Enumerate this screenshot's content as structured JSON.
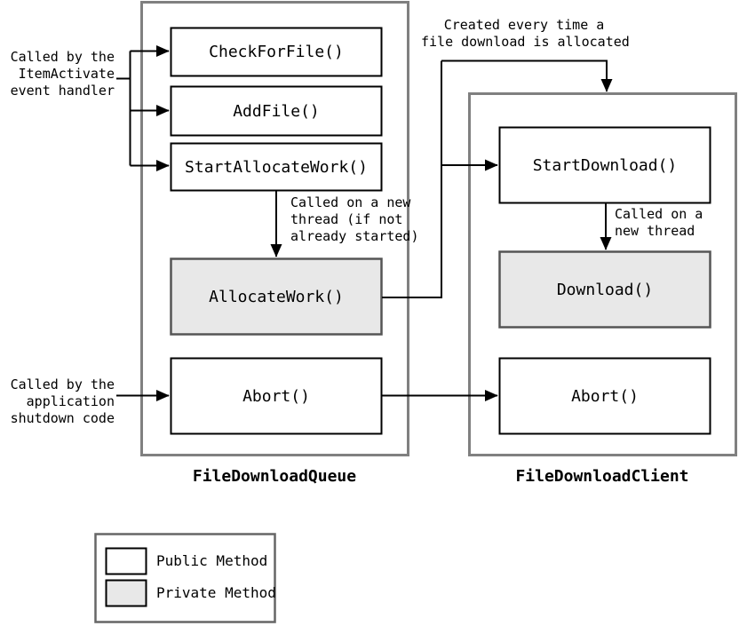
{
  "diagram": {
    "title": "FileDownloadQueue / FileDownloadClient method call diagram",
    "colors": {
      "background": "#ffffff",
      "stroke": "#000000",
      "container_stroke": "#808080",
      "public_fill": "#ffffff",
      "private_fill": "#e8e8e8",
      "private_stroke": "#555555"
    }
  },
  "classes": [
    {
      "name": "FileDownloadQueue",
      "label": "FileDownloadQueue",
      "methods": [
        {
          "name": "CheckForFile",
          "label": "CheckForFile()",
          "visibility": "public"
        },
        {
          "name": "AddFile",
          "label": "AddFile()",
          "visibility": "public"
        },
        {
          "name": "StartAllocateWork",
          "label": "StartAllocateWork()",
          "visibility": "public"
        },
        {
          "name": "AllocateWork",
          "label": "AllocateWork()",
          "visibility": "private"
        },
        {
          "name": "Abort",
          "label": "Abort()",
          "visibility": "public"
        }
      ]
    },
    {
      "name": "FileDownloadClient",
      "label": "FileDownloadClient",
      "methods": [
        {
          "name": "StartDownload",
          "label": "StartDownload()",
          "visibility": "public"
        },
        {
          "name": "Download",
          "label": "Download()",
          "visibility": "private"
        },
        {
          "name": "Abort",
          "label": "Abort()",
          "visibility": "public"
        }
      ]
    }
  ],
  "annotations": [
    {
      "id": "item-activate",
      "lines": [
        "Called by the",
        "ItemActivate",
        "event handler"
      ],
      "text": "Called by the\nItemActivate\nevent handler"
    },
    {
      "id": "new-thread-queue",
      "lines": [
        "Called on a new",
        "thread (if not",
        "already started)"
      ],
      "text": "Called on a new\nthread (if not\nalready started)"
    },
    {
      "id": "created-every-time",
      "lines": [
        "Created every time a",
        "file download is allocated"
      ],
      "text": "Created every time a\nfile download is allocated"
    },
    {
      "id": "new-thread-client",
      "lines": [
        "Called on a",
        "new thread"
      ],
      "text": "Called on a\nnew thread"
    },
    {
      "id": "shutdown-code",
      "lines": [
        "Called by the",
        "application",
        "shutdown code"
      ],
      "text": "Called by the\napplication\nshutdown code"
    }
  ],
  "legend": {
    "items": [
      {
        "key": "public",
        "label": "Public Method",
        "fill": "#ffffff"
      },
      {
        "key": "private",
        "label": "Private Method",
        "fill": "#e8e8e8"
      }
    ]
  }
}
